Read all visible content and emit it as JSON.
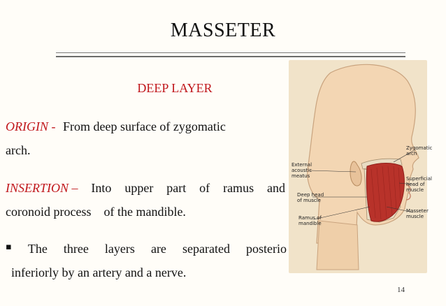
{
  "slide": {
    "title": "MASSETER",
    "subtitle": "DEEP LAYER",
    "origin": {
      "label": "ORIGIN -",
      "text_line1": "From deep surface of zygomatic",
      "text_line2": "arch."
    },
    "insertion": {
      "label": "INSERTION –",
      "line1_words": [
        "Into",
        "upper",
        "part",
        "of",
        "ramus",
        "and"
      ],
      "line2": "coronoid process    of the mandible."
    },
    "bullet": {
      "marker": "▪",
      "line1_words": [
        "The",
        "three",
        "layers",
        "are",
        "separated",
        "posterio"
      ],
      "line2": "inferiorly by an artery and a nerve."
    },
    "page_number": "14"
  },
  "figure": {
    "labels": {
      "external_acoustic_meatus": "External\nacoustic\nmeatus",
      "deep_head": "Deep head\nof muscle",
      "ramus": "Ramus of\nmandible",
      "zygomatic_arch": "Zygomatic\narch",
      "superficial_head": "Superficial\nhead of\nmuscle",
      "masseter_muscle": "Masseter\nmuscle"
    },
    "colors": {
      "skin": "#f3d6b3",
      "muscle": "#b8322a",
      "muscle_dark": "#8f1f1a",
      "bone": "#e9dcc3",
      "background": "#f1e3c9"
    }
  }
}
